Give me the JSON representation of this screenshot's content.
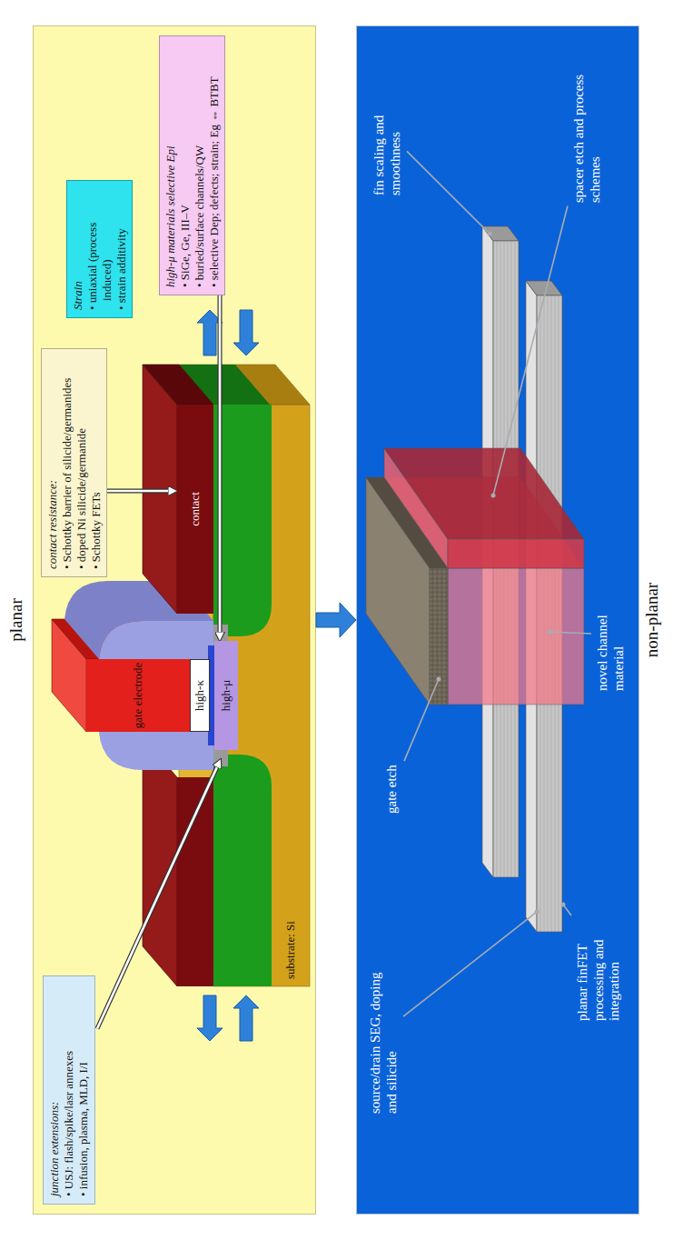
{
  "diagram": {
    "nodes": [
      {
        "text": [
          "planar"
        ]
      },
      {
        "text": [
          "junction extensions:",
          "• USJ: flash/spike/lasr annexes",
          "• infusion, plasma, MLD, I/I"
        ],
        "in": 0
      },
      {
        "text": [
          "contact resistance:",
          "• Schottky barrier of silicide/germanides",
          "• doped Ni silicide/germanide",
          "• Schottky FETs"
        ],
        "in": 0
      },
      {
        "text": [
          "Strain",
          "• uniaxial (process induced)",
          "• strain additivity"
        ],
        "in": 0
      },
      {
        "text": [
          "high-μ materials selective Epi",
          "• SiGe, Ge, III–V",
          "• buried/surface channels/QW",
          "• selective Dep; defects; strain; Eg ⇔ BTBT"
        ],
        "in": 0
      },
      {
        "text": [
          "gate electrode"
        ],
        "in": 0
      },
      {
        "text": [
          "high-κ"
        ],
        "in": 0
      },
      {
        "text": [
          "high-μ"
        ],
        "in": 0
      },
      {
        "text": [
          "contact"
        ],
        "in": 0
      },
      {
        "text": [
          "substrate: Si"
        ],
        "in": 0
      },
      {
        "text": [
          "non-planar"
        ]
      }
    ],
    "edges": [
      {
        "from": 0,
        "to": 10,
        "arrow": "to"
      },
      {
        "from": 2,
        "to": 8,
        "arrow": "to"
      },
      {
        "from": 4,
        "to": 7,
        "arrow": "to"
      }
    ],
    "labels": [
      "source/drain SEG, doping and silicide",
      "gate etch",
      "fin scaling and smoothness",
      "spacer etch and process schemes",
      "novel channel material",
      "planar finFET processing and integration"
    ]
  }
}
